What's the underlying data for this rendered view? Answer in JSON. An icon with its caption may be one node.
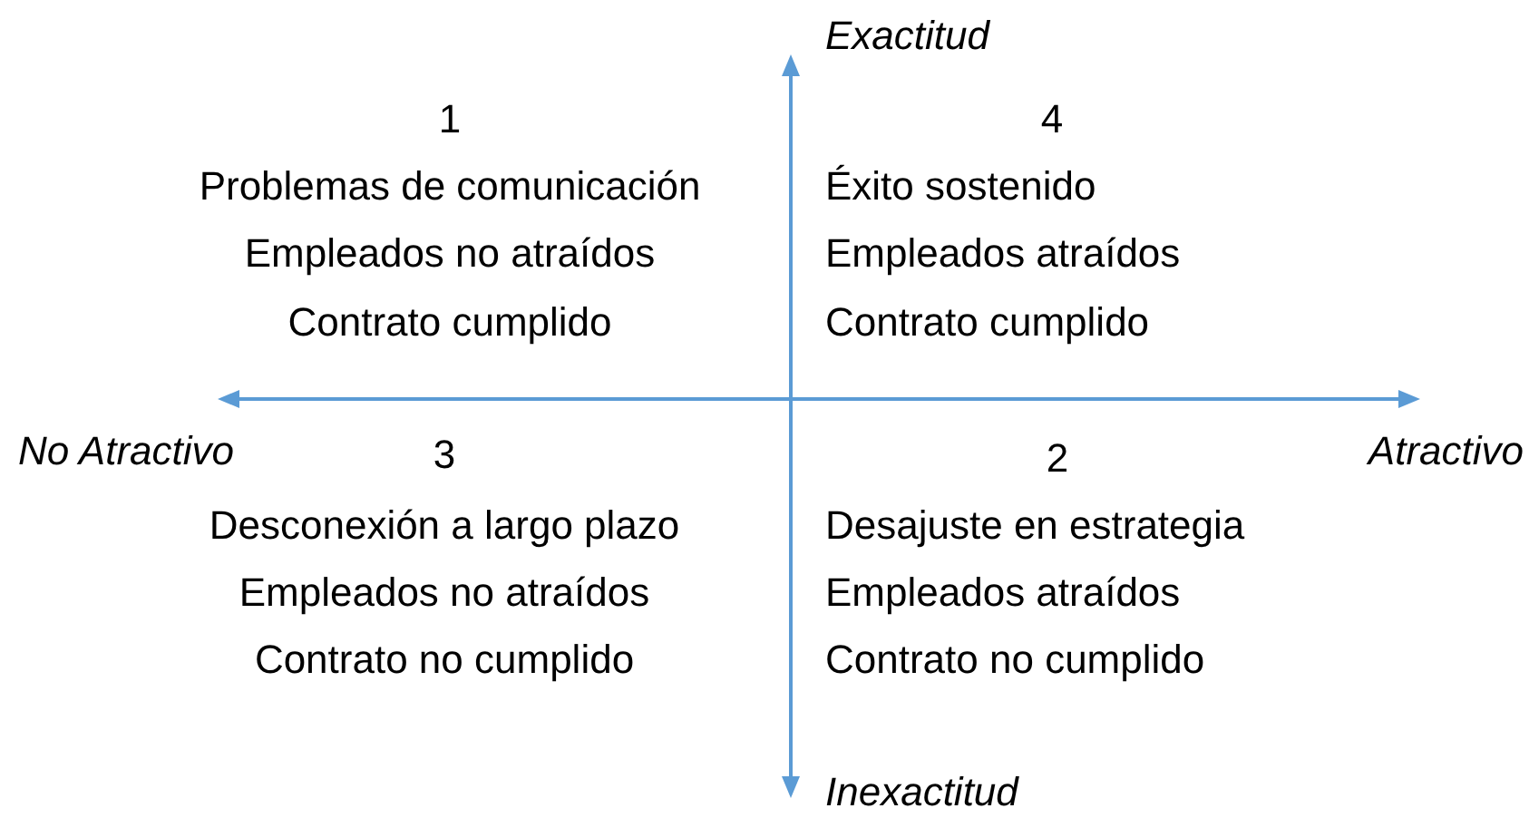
{
  "diagram": {
    "labels": [
      "Exactitud",
      "1",
      "Problemas de comunicación",
      "Empleados no atraídos",
      "Contrato cumplido",
      "4",
      "Éxito sostenido",
      "Empleados atraídos",
      "Contrato cumplido",
      "No Atractivo",
      "Atractivo",
      "3",
      "Desconexión a largo plazo",
      "Empleados no atraídos",
      "Contrato no cumplido",
      "2",
      "Desajuste en estrategia",
      "Empleados atraídos",
      "Contrato no cumplido",
      "Inexactitud"
    ]
  }
}
